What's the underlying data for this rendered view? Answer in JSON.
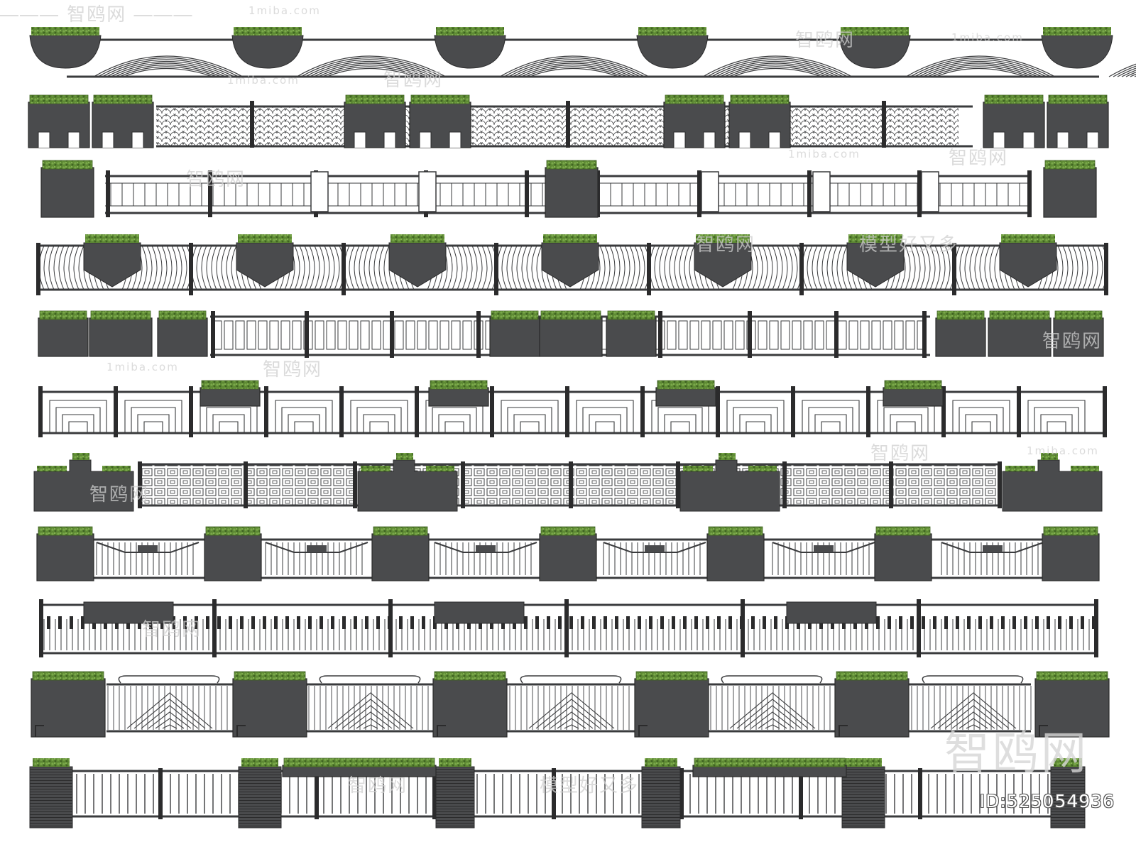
{
  "colors": {
    "background": "#ffffff",
    "planter": "#4a4b4d",
    "planter_edge": "#2b2b2c",
    "fence_line": "#3a3b3d",
    "grass": "#5e8a34",
    "grass_dark": "#3f6322",
    "watermark": "#cfcfcf"
  },
  "watermarks": {
    "site_cn": "智鸥网",
    "site_url": "1miba.com",
    "slogan": "模型好又多",
    "brand_large": "智鸥网"
  },
  "id_label": "ID:525054936",
  "rows": [
    {
      "name": "row-1-arched-wave-fence",
      "style": "arch-wave",
      "planters": 6
    },
    {
      "name": "row-2-fish-scale-fence",
      "style": "fish-scale",
      "planters": 8
    },
    {
      "name": "row-3-fret-pattern-fence",
      "style": "fret",
      "planters": 3
    },
    {
      "name": "row-4-radial-arc-fence",
      "style": "radial-arc",
      "planters": 7
    },
    {
      "name": "row-5-rectangle-grid-fence",
      "style": "rect-grid",
      "planters": 9
    },
    {
      "name": "row-6-nested-square-fence",
      "style": "nested-square",
      "planters": 4
    },
    {
      "name": "row-7-lattice-fence",
      "style": "lattice",
      "planters": 4
    },
    {
      "name": "row-8-bowed-rail-fence",
      "style": "bowed",
      "planters": 7
    },
    {
      "name": "row-9-piano-key-fence",
      "style": "piano",
      "planters": 0
    },
    {
      "name": "row-10-chevron-fence",
      "style": "chevron",
      "planters": 6
    },
    {
      "name": "row-11-slatted-box-fence",
      "style": "slats",
      "planters": 6
    }
  ]
}
